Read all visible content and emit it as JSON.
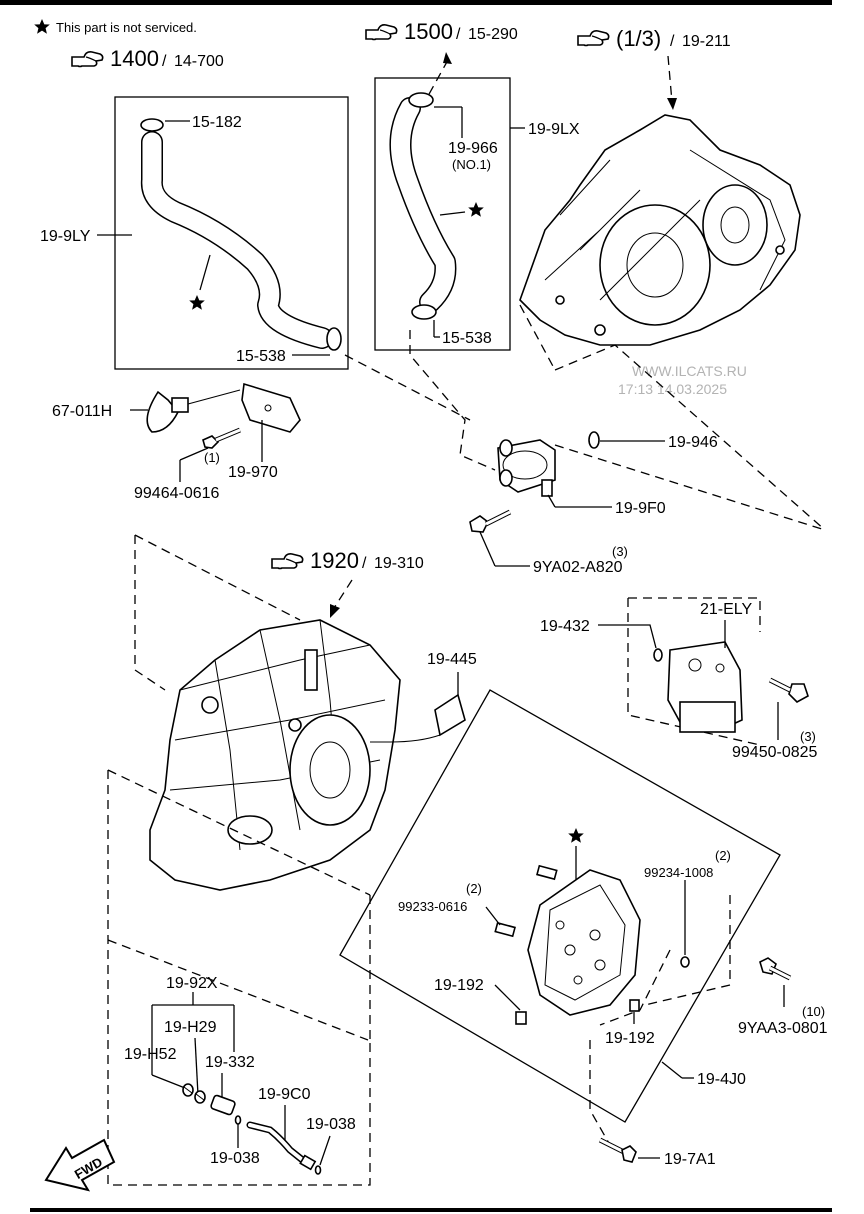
{
  "legend_note": "This part is not serviced.",
  "watermark": {
    "line1": "WWW.ILCATS.RU",
    "line2": "17:13 14.03.2025"
  },
  "refs": {
    "r1400": {
      "main": "1400",
      "sub": "14-700"
    },
    "r1500": {
      "main": "1500",
      "sub": "15-290"
    },
    "r13": {
      "main": "(1/3)",
      "sub": "19-211"
    },
    "r1920": {
      "main": "1920",
      "sub": "19-310"
    }
  },
  "labels": {
    "p15_182": "15-182",
    "p19_9LY": "19-9LY",
    "p15_538a": "15-538",
    "p19_966": "19-966",
    "p19_966_note": "(NO.1)",
    "p19_9LX": "19-9LX",
    "p15_538b": "15-538",
    "p67_011H": "67-011H",
    "p19_970": "19-970",
    "p99464_qty": "(1)",
    "p99464": "99464-0616",
    "p19_946": "19-946",
    "p19_9F0": "19-9F0",
    "p9YA02_qty": "(3)",
    "p9YA02": "9YA02-A820",
    "p19_445": "19-445",
    "p19_432": "19-432",
    "p21_ELY": "21-ELY",
    "p99450_qty": "(3)",
    "p99450": "99450-0825",
    "p99234_qty": "(2)",
    "p99234": "99234-1008",
    "p99233_qty": "(2)",
    "p99233": "99233-0616",
    "p19_192a": "19-192",
    "p19_192b": "19-192",
    "p9YAA3_qty": "(10)",
    "p9YAA3": "9YAA3-0801",
    "p19_4J0": "19-4J0",
    "p19_92X": "19-92X",
    "p19_H29": "19-H29",
    "p19_H52": "19-H52",
    "p19_332": "19-332",
    "p19_9C0": "19-9C0",
    "p19_038a": "19-038",
    "p19_038b": "19-038",
    "p19_7A1": "19-7A1",
    "fwd": "FWD"
  },
  "icons": {
    "star": "star-icon",
    "pointing_hand": "pointing-hand-icon"
  }
}
